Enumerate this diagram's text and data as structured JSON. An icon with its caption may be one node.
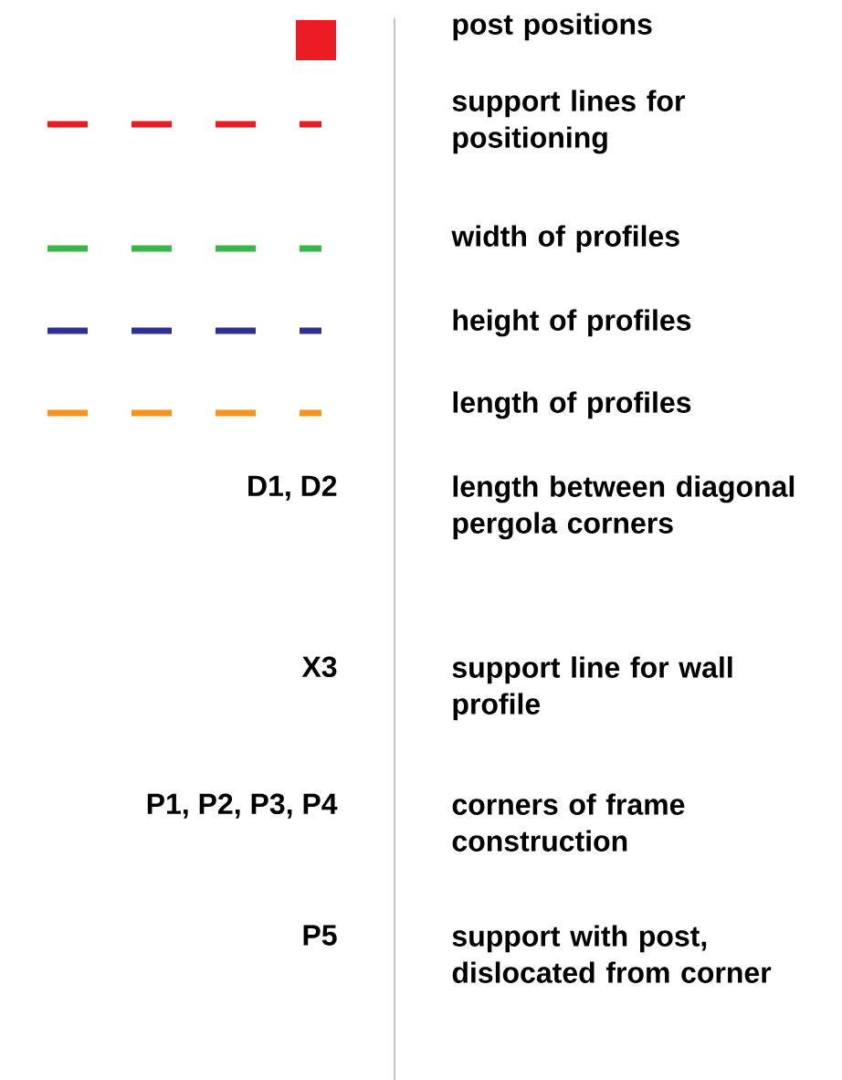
{
  "diagram": {
    "legend": [
      {
        "text": "post positions",
        "color": "#ec1c24"
      },
      {
        "text": "support lines for positioning"
      },
      {
        "text": "width of profiles"
      },
      {
        "text": "height of profiles"
      },
      {
        "text": "length of profiles"
      }
    ],
    "labels": [
      "D1, D2",
      "length between diagonal pergola corners",
      "X3",
      "support line for wall profile",
      "P1, P2, P3, P4",
      "corners of frame construction",
      "P5",
      "support with post, dislocated from corner"
    ]
  }
}
